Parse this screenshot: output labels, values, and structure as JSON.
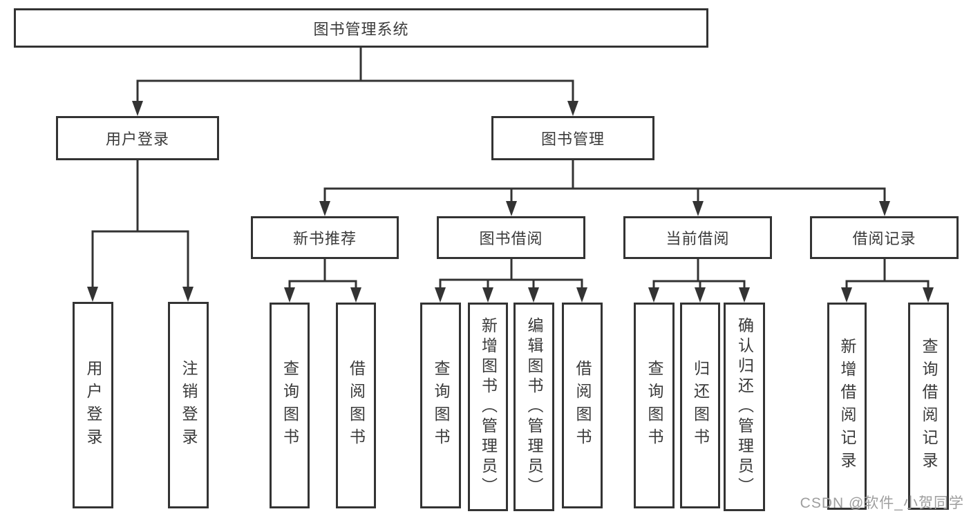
{
  "diagram": {
    "root": "图书管理系统",
    "level1": [
      "用户登录",
      "图书管理"
    ],
    "login_children": [
      "用户登录",
      "注销登录"
    ],
    "level2": [
      "新书推荐",
      "图书借阅",
      "当前借阅",
      "借阅记录"
    ],
    "newbook_children": [
      "查询图书",
      "借阅图书"
    ],
    "borrow_children": [
      "查询图书",
      "新增图书（管理员）",
      "编辑图书（管理员）",
      "借阅图书"
    ],
    "current_children": [
      "查询图书",
      "归还图书",
      "确认归还（管理员）"
    ],
    "records_children": [
      "新增借阅记录",
      "查询借阅记录"
    ]
  },
  "watermark": "CSDN @软件_小贺同学",
  "colors": {
    "line": "#333333",
    "box_background": "#ffffff",
    "text": "#3a3a3a",
    "watermark": "#9e9e9e"
  }
}
